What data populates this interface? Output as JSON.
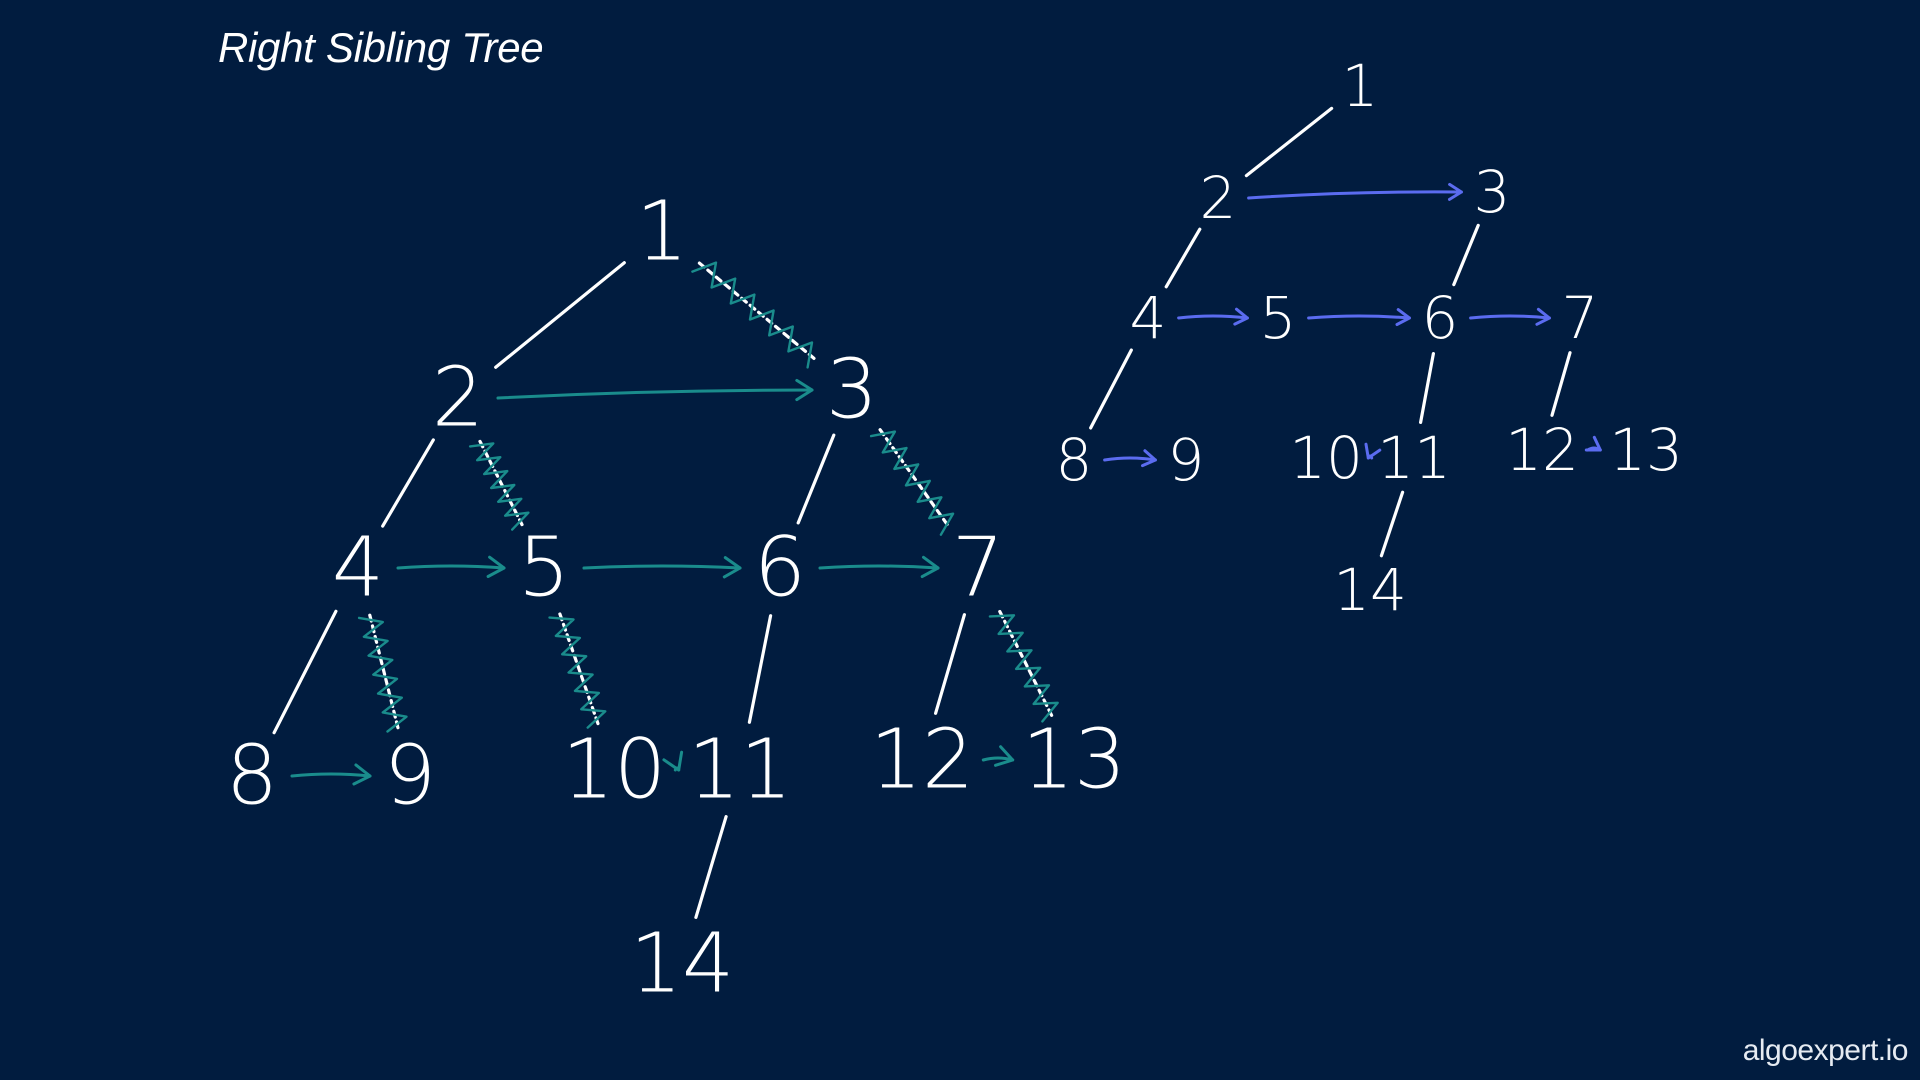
{
  "title": "Right Sibling Tree",
  "watermark": "algoexpert.io",
  "colors": {
    "background": "#011c3f",
    "ink": "#ffffff",
    "left_arrow": "#1a8c8c",
    "right_arrow": "#5b6cf0",
    "scratch": "#1a8c8c"
  },
  "trees": [
    {
      "id": "left",
      "nodes": [
        "1",
        "2",
        "3",
        "4",
        "5",
        "6",
        "7",
        "8",
        "9",
        "10",
        "11",
        "12",
        "13",
        "14"
      ],
      "edges": [
        [
          "1",
          "2"
        ],
        [
          "2",
          "4"
        ],
        [
          "4",
          "8"
        ],
        [
          "6",
          "11"
        ],
        [
          "7",
          "12"
        ],
        [
          "11",
          "14"
        ],
        [
          "3",
          "6"
        ]
      ],
      "crossed_out_edges": [
        [
          "1",
          "3"
        ],
        [
          "2",
          "5"
        ],
        [
          "3",
          "7"
        ],
        [
          "4",
          "9"
        ],
        [
          "5",
          "10"
        ],
        [
          "7",
          "13"
        ]
      ],
      "sibling_arrows": [
        [
          "2",
          "3"
        ],
        [
          "4",
          "5"
        ],
        [
          "5",
          "6"
        ],
        [
          "6",
          "7"
        ],
        [
          "8",
          "9"
        ],
        [
          "10",
          "11"
        ],
        [
          "12",
          "13"
        ]
      ]
    },
    {
      "id": "right",
      "nodes": [
        "1",
        "2",
        "3",
        "4",
        "5",
        "6",
        "7",
        "8",
        "9",
        "10",
        "11",
        "12",
        "13",
        "14"
      ],
      "edges": [
        [
          "1",
          "2"
        ],
        [
          "2",
          "4"
        ],
        [
          "3",
          "6"
        ],
        [
          "4",
          "8"
        ],
        [
          "6",
          "11"
        ],
        [
          "7",
          "12"
        ],
        [
          "11",
          "14"
        ]
      ],
      "crossed_out_edges": [],
      "sibling_arrows": [
        [
          "2",
          "3"
        ],
        [
          "4",
          "5"
        ],
        [
          "5",
          "6"
        ],
        [
          "6",
          "7"
        ],
        [
          "8",
          "9"
        ],
        [
          "10",
          "11"
        ],
        [
          "12",
          "13"
        ]
      ]
    }
  ]
}
